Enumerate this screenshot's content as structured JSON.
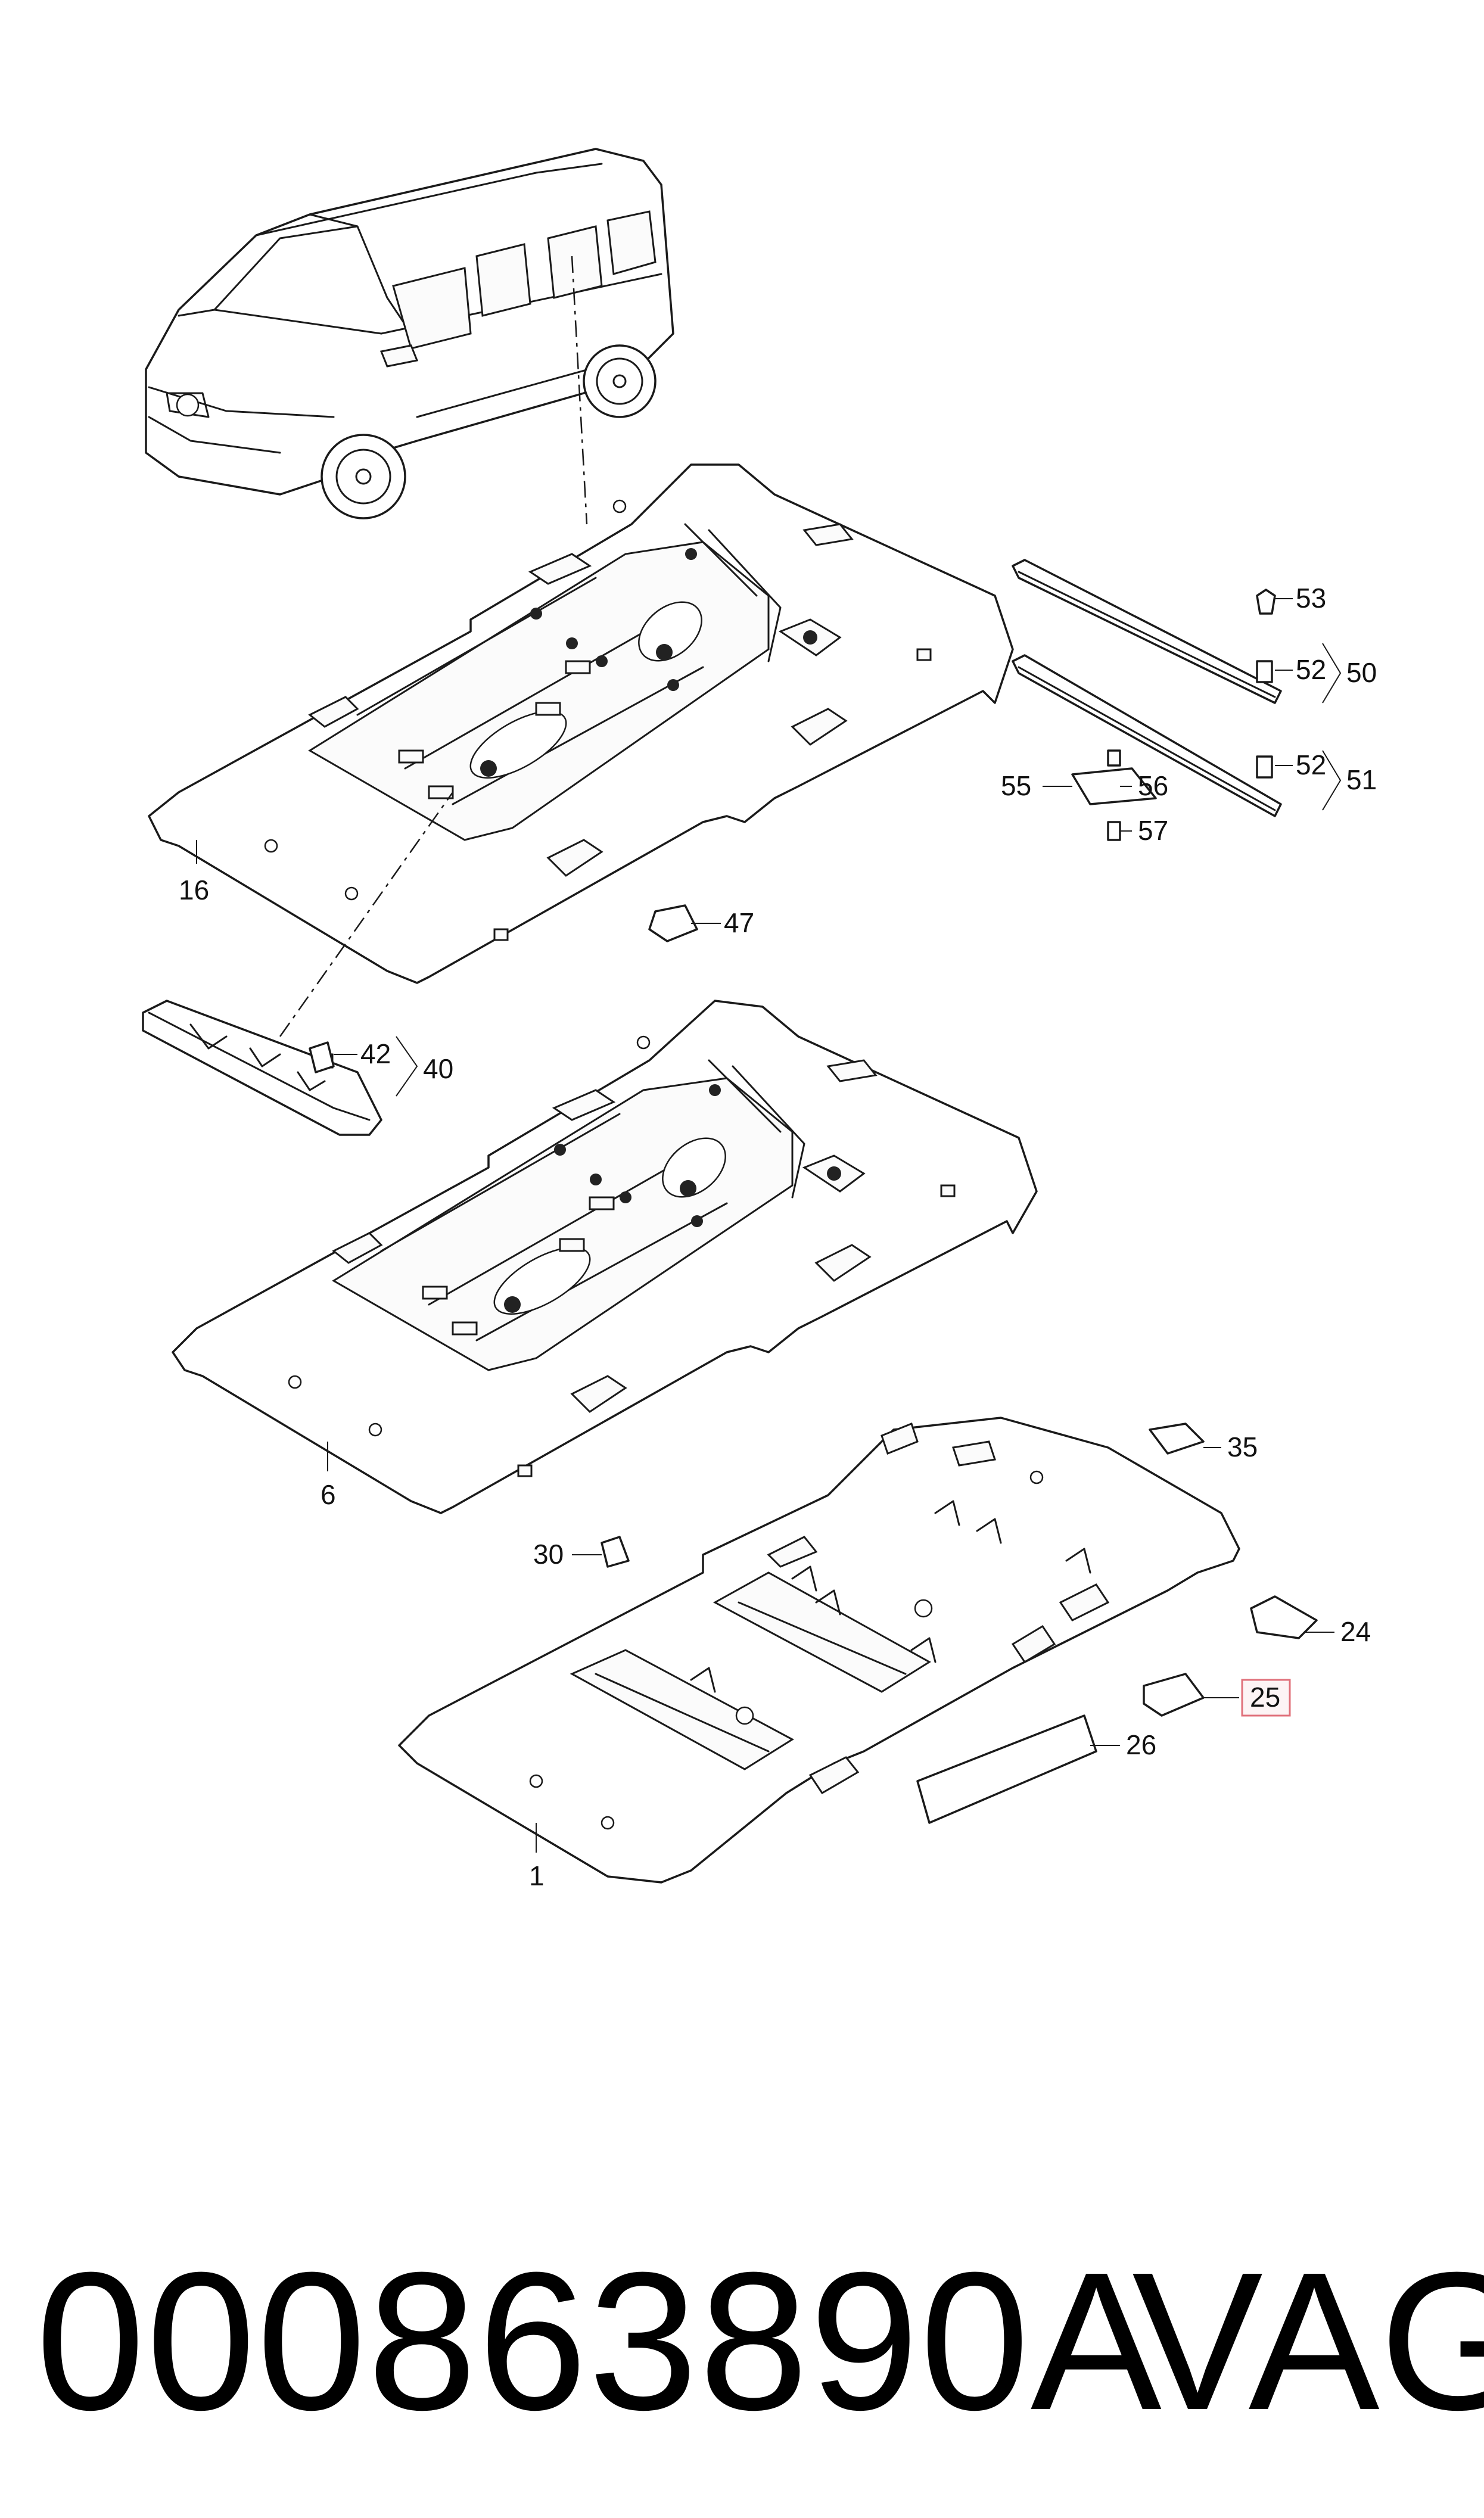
{
  "diagram": {
    "highlight_color": "#e0707a",
    "highlighted_callout": "25",
    "callouts": {
      "c53": "53",
      "c52a": "52",
      "c50": "50",
      "c52b": "52",
      "c51": "51",
      "c55": "55",
      "c56": "56",
      "c57": "57",
      "c16": "16",
      "c47": "47",
      "c42": "42",
      "c40": "40",
      "c6": "6",
      "c35": "35",
      "c30": "30",
      "c24": "24",
      "c25": "25",
      "c26": "26",
      "c1": "1"
    }
  },
  "footer": {
    "part_number": "000863890A",
    "brand": "VAG"
  }
}
